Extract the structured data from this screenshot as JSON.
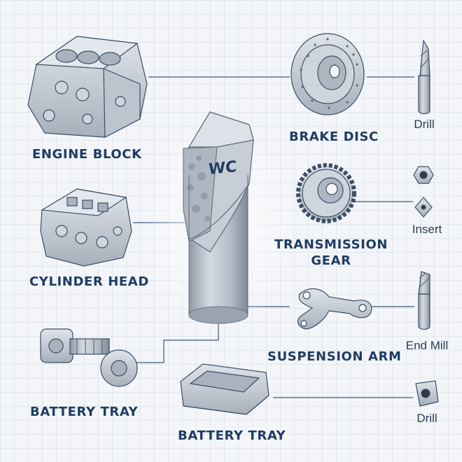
{
  "diagram": {
    "center_component": {
      "material_label": "WC"
    },
    "parts": [
      {
        "id": "engine-block",
        "label": "ENGINE BLOCK"
      },
      {
        "id": "cylinder-head",
        "label": "CYLINDER HEAD"
      },
      {
        "id": "battery-tray-left",
        "label": "BATTERY TRAY"
      },
      {
        "id": "brake-disc",
        "label": "BRAKE DISC"
      },
      {
        "id": "transmission-gear",
        "label_lines": [
          "TRANSMISSION",
          "GEAR"
        ]
      },
      {
        "id": "suspension-arm",
        "label": "SUSPENSION ARM"
      },
      {
        "id": "battery-tray-bottom",
        "label": "BATTERY TRAY"
      }
    ],
    "tools": [
      {
        "id": "drill-top",
        "label": "Drill"
      },
      {
        "id": "insert",
        "label": "Insert"
      },
      {
        "id": "end-mill",
        "label": "End Mill"
      },
      {
        "id": "drill-bottom",
        "label": "Drill"
      }
    ]
  },
  "colors": {
    "background": "#f3f5f8",
    "grid": "#e2e7ee",
    "label": "#1f3d63",
    "line": "#3c5a80",
    "metal": "#b8c0ca",
    "metal_dark": "#8f99a6"
  }
}
